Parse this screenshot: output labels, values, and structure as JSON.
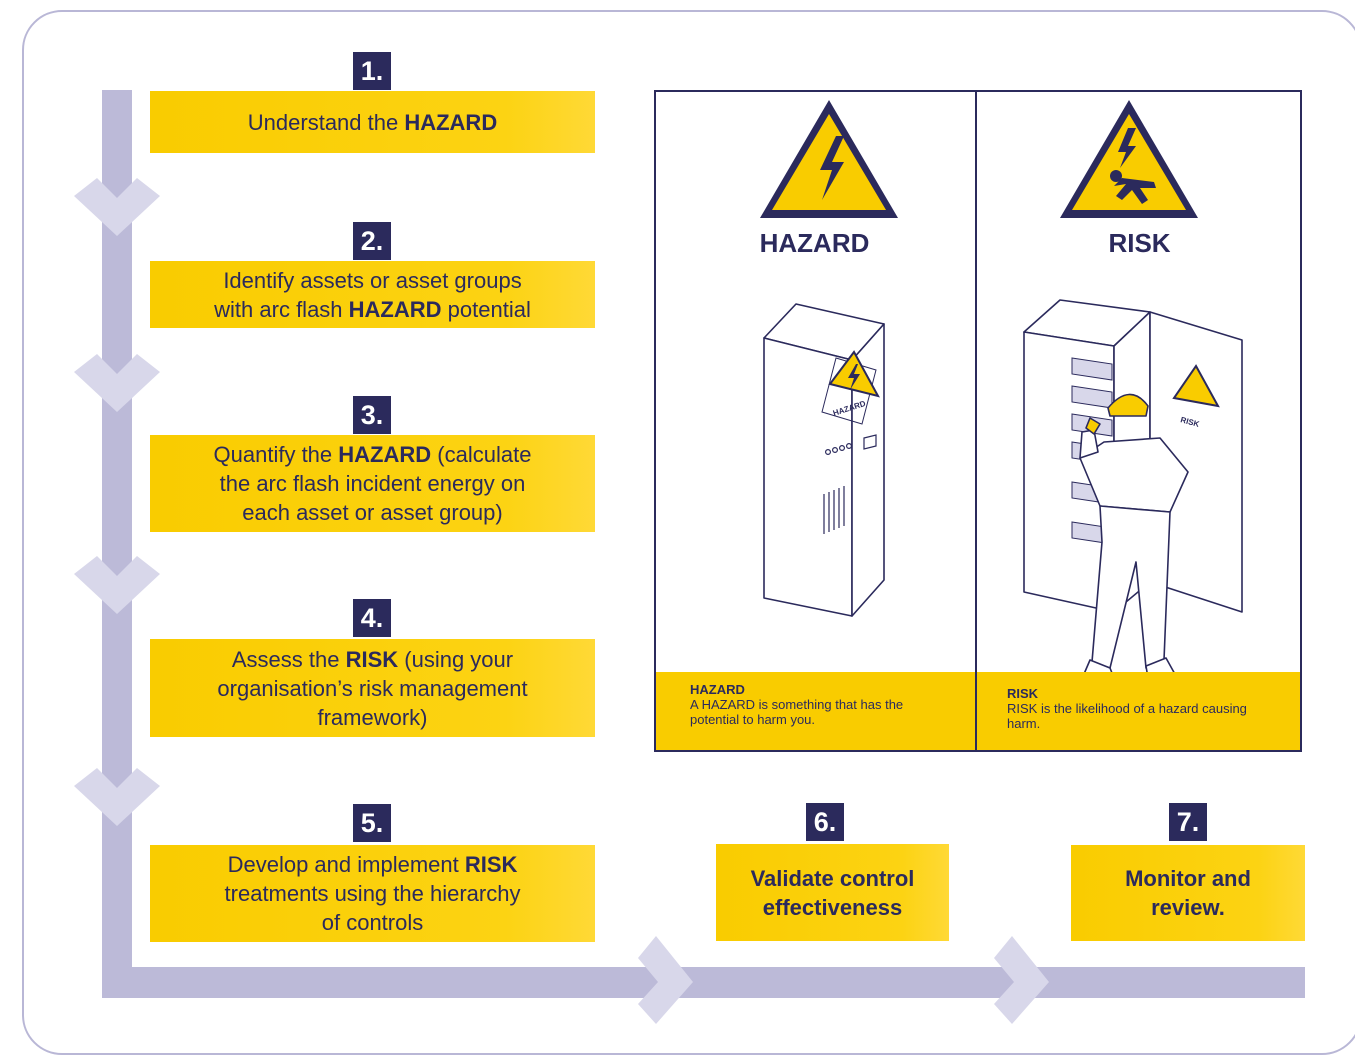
{
  "steps": [
    {
      "number": "1.",
      "pre": "Understand the ",
      "bold": "HAZARD",
      "post": ""
    },
    {
      "number": "2.",
      "line1": "Identify assets or asset groups",
      "pre": "with arc flash ",
      "bold": "HAZARD",
      "post": " potential"
    },
    {
      "number": "3.",
      "pre": "Quantify the ",
      "bold": "HAZARD",
      "post": " (calculate",
      "line2": "the arc flash incident energy on",
      "line3": "each asset or asset group)"
    },
    {
      "number": "4.",
      "pre": "Assess the ",
      "bold": "RISK",
      "post": " (using your",
      "line2": "organisation’s risk management",
      "line3": "framework)"
    },
    {
      "number": "5.",
      "pre": "Develop and implement ",
      "bold": "RISK",
      "post": "",
      "line2": "treatments using the hierarchy",
      "line3": "of controls"
    },
    {
      "number": "6.",
      "line1": "Validate control",
      "line2": "effectiveness"
    },
    {
      "number": "7.",
      "line1": "Monitor and",
      "line2": "review."
    }
  ],
  "panel": {
    "hazard": {
      "title": "HAZARD",
      "sign_label": "HAZARD",
      "foot_heading": "HAZARD",
      "foot_text": "A HAZARD is something that has the potential to harm you."
    },
    "risk": {
      "title": "RISK",
      "sign_label": "RISK",
      "foot_heading": "RISK",
      "foot_text": "RISK is the likelihood of a hazard causing harm."
    }
  },
  "colors": {
    "accent": "#f9cc00",
    "navy": "#2b2a5c",
    "flow": "#bcbad8",
    "border": "#b9b7d6"
  }
}
